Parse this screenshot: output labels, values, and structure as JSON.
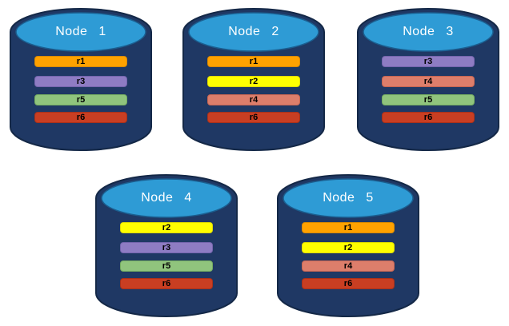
{
  "palette": {
    "background": "#FFFFFF",
    "cylinder_body": "#1F3864",
    "cylinder_body_border": "#142847",
    "cylinder_top": "#2E9BD5",
    "cylinder_top_border": "#1B5E8F",
    "title_text": "#FFFFFF",
    "bar_text": "#000000"
  },
  "replica_colors": {
    "r1": {
      "fill": "#FFA200",
      "border": "#D98A00"
    },
    "r2": {
      "fill": "#FFFF00",
      "border": "#DEDA00"
    },
    "r3": {
      "fill": "#8E7CC3",
      "border": "#7565AE"
    },
    "r4": {
      "fill": "#DD7E6B",
      "border": "#C66553"
    },
    "r5": {
      "fill": "#90C47D",
      "border": "#74AC60"
    },
    "r6": {
      "fill": "#C93E22",
      "border": "#A8311A"
    }
  },
  "nodes": [
    {
      "id": "node-1",
      "label": "Node 1",
      "replicas": [
        "r1",
        "r3",
        "r5",
        "r6"
      ]
    },
    {
      "id": "node-2",
      "label": "Node 2",
      "replicas": [
        "r1",
        "r2",
        "r4",
        "r6"
      ]
    },
    {
      "id": "node-3",
      "label": "Node 3",
      "replicas": [
        "r3",
        "r4",
        "r5",
        "r6"
      ]
    },
    {
      "id": "node-4",
      "label": "Node 4",
      "replicas": [
        "r2",
        "r3",
        "r5",
        "r6"
      ]
    },
    {
      "id": "node-5",
      "label": "Node 5",
      "replicas": [
        "r1",
        "r2",
        "r4",
        "r6"
      ]
    }
  ]
}
